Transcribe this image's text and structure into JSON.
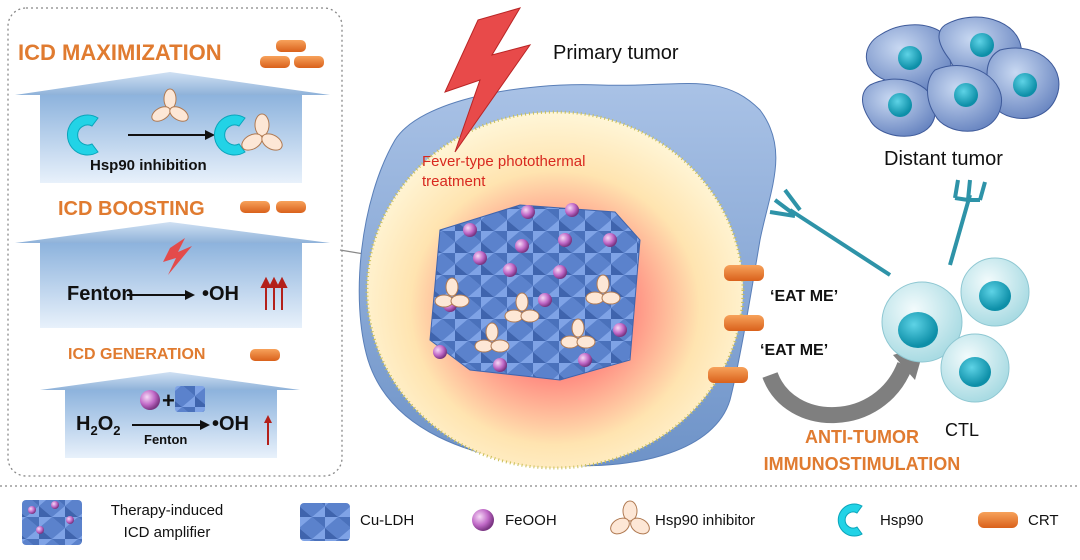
{
  "left_panel": {
    "maximization": {
      "title": "ICD MAXIMIZATION",
      "caption": "Hsp90 inhibition"
    },
    "boosting": {
      "title": "ICD BOOSTING",
      "reactant": "Fenton",
      "product": "•OH"
    },
    "generation": {
      "title": "ICD GENERATION",
      "reactant_main": "H",
      "sub1": "2",
      "o": "O",
      "sub2": "2",
      "arrow_label": "Fenton",
      "product": "•OH",
      "plus": "+"
    }
  },
  "center": {
    "primary_label": "Primary tumor",
    "fever_label_line1": "Fever-type photothermal",
    "fever_label_line2": "treatment",
    "eat_me_1": "‘EAT ME’",
    "eat_me_2": "‘EAT ME’",
    "anti_tumor_line1": "ANTI-TUMOR",
    "anti_tumor_line2": "IMMUNOSTIMULATION"
  },
  "right": {
    "distant_label": "Distant tumor",
    "ctl_label": "CTL"
  },
  "legend": {
    "amplifier_line1": "Therapy-induced",
    "amplifier_line2": "ICD amplifier",
    "culdh": "Cu-LDH",
    "feooh": "FeOOH",
    "hsp90_inhibitor": "Hsp90 inhibitor",
    "hsp90": "Hsp90",
    "crt": "CRT"
  },
  "colors": {
    "accent_orange": "#e07b30",
    "fever_red": "#d8281f",
    "tumor_blue": "#6e93c8",
    "ctl_teal": "#1aa7bd"
  }
}
